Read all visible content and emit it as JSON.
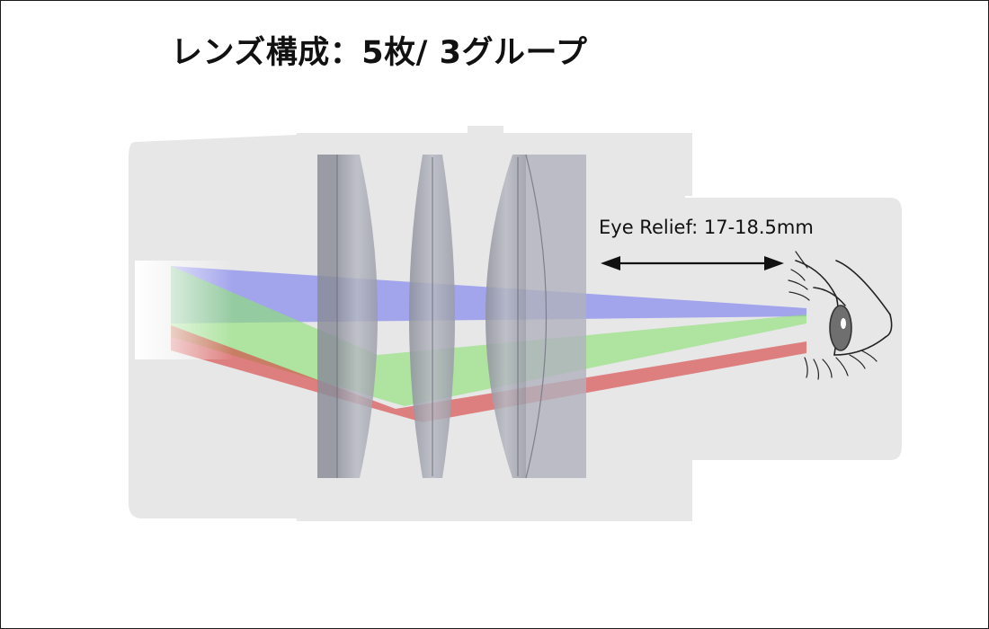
{
  "title": "レンズ構成：5枚/ 3グループ",
  "eye_relief_label": "Eye Relief: 17-18.5mm",
  "colors": {
    "barrel": "#e6e6e6",
    "lens_edge": "#7d7f8c",
    "lens_body": "#a9abb7",
    "ray_blue": "#6a6ef0",
    "ray_green": "#8fe07a",
    "ray_red": "#d83a3a",
    "eye_ink": "#222222"
  },
  "lens_groups": [
    {
      "name": "group-1",
      "elements": 2
    },
    {
      "name": "group-2",
      "elements": 1
    },
    {
      "name": "group-3",
      "elements": 2
    }
  ]
}
